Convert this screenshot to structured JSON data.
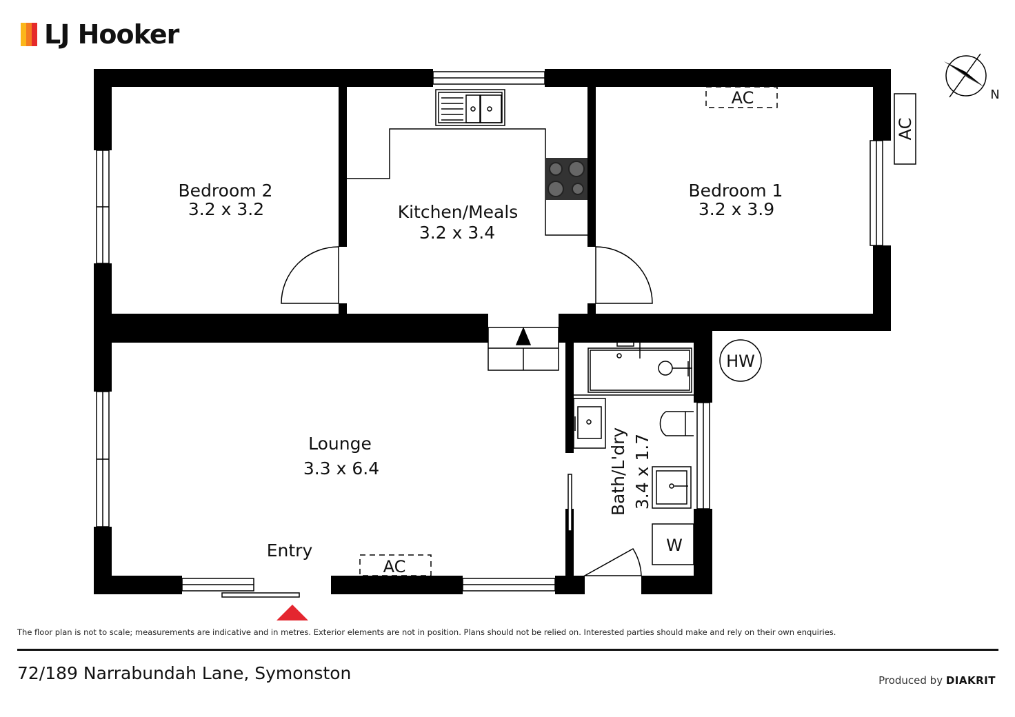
{
  "brand": {
    "name": "LJ Hooker",
    "colors": [
      "#e52a2a",
      "#f47b20",
      "#fbb61a"
    ]
  },
  "rooms": {
    "bedroom2": {
      "name": "Bedroom 2",
      "size": "3.2 x 3.2"
    },
    "kitchen": {
      "name": "Kitchen/Meals",
      "size": "3.2 x 3.4"
    },
    "bedroom1": {
      "name": "Bedroom 1",
      "size": "3.2 x 3.9"
    },
    "lounge": {
      "name": "Lounge",
      "size": "3.3 x 6.4"
    },
    "bath": {
      "name": "Bath/L'dry",
      "size": "3.4 x 1.7"
    },
    "entry": {
      "name": "Entry"
    }
  },
  "labels": {
    "ac": "AC",
    "hot_water": "HW",
    "washer": "W",
    "north": "N"
  },
  "colors": {
    "wall": "#000000",
    "entry_marker": "#e4262f"
  },
  "footer": {
    "disclaimer": "The floor plan is not to scale; measurements are indicative and in metres. Exterior elements are not in position. Plans should not be relied on. Interested parties should make and rely on their own enquiries.",
    "address": "72/189 Narrabundah Lane, Symonston",
    "produced_prefix": "Produced by",
    "produced_brand": "DIAKRIT"
  }
}
